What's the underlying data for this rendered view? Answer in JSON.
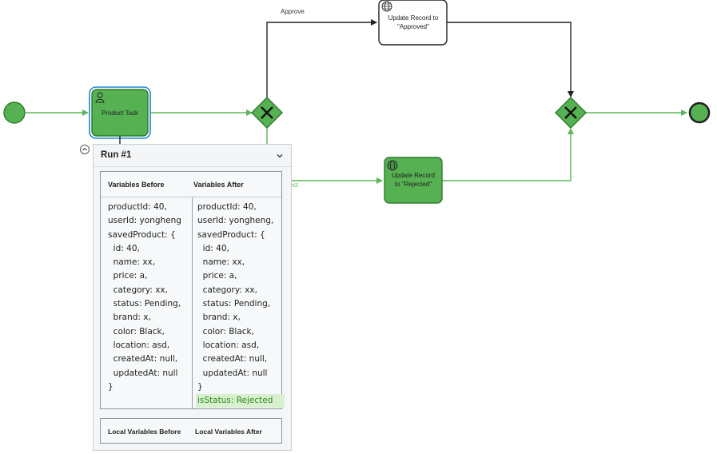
{
  "diagram": {
    "flows": {
      "approve_label": "Approve",
      "reject_label": "Reject"
    },
    "tasks": {
      "product_task": "Product Task",
      "approved_task": [
        "Update Record to",
        "\"Approved\""
      ],
      "rejected_task": [
        "Update Record",
        "to \"Rejected\""
      ]
    },
    "colors": {
      "completed_fill": "#55b152",
      "completed_stroke": "#2f7b2c",
      "active_flow": "#5db55a",
      "inactive_flow": "#222222",
      "selected_outline": "#1a87d6"
    }
  },
  "run_panel": {
    "title": "Run #1",
    "variables_before_title": "Variables Before",
    "variables_after_title": "Variables After",
    "before_lines": [
      "productId: 40,",
      "userId: yongheng",
      "savedProduct: {",
      "  id: 40,",
      "  name: xx,",
      "  price: a,",
      "  category: xx,",
      "  status: Pending,",
      "  brand: x,",
      "  color: Black,",
      "  location: asd,",
      "  createdAt: null,",
      "  updatedAt: null",
      "}"
    ],
    "after_lines": [
      "productId: 40,",
      "userId: yongheng,",
      "savedProduct: {",
      "  id: 40,",
      "  name: xx,",
      "  price: a,",
      "  category: xx,",
      "  status: Pending,",
      "  brand: x,",
      "  color: Black,",
      "  location: asd,",
      "  createdAt: null,",
      "  updatedAt: null",
      "}"
    ],
    "after_added": "isStatus: Rejected",
    "local_before_title": "Local Variables Before",
    "local_after_title": "Local Variables After"
  }
}
